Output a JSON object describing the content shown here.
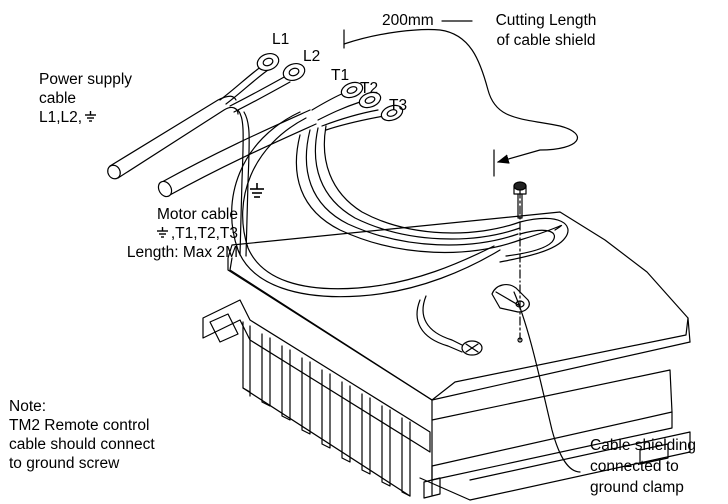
{
  "labels": {
    "L1": "L1",
    "L2": "L2",
    "T1": "T1",
    "T2": "T2",
    "T3": "T3",
    "cut_length": "200mm",
    "cut_title_1": "Cutting Length",
    "cut_title_2": "of cable shield",
    "power_1": "Power supply",
    "power_2": "cable",
    "power_3_prefix": "L1,L2,",
    "motor_1": "Motor cable",
    "motor_2_suffix": ",T1,T2,T3",
    "motor_3": "Length: Max 2M",
    "note_1": "Note:",
    "note_2": "TM2 Remote control",
    "note_3": "cable should  connect",
    "note_4": "to ground screw",
    "shield_1": "Cable shielding",
    "shield_2": "connected to",
    "shield_3": "ground clamp"
  },
  "icons": {
    "ground_symbol": "earth-ground-icon"
  },
  "colors": {
    "line": "#000000",
    "background": "#ffffff"
  }
}
